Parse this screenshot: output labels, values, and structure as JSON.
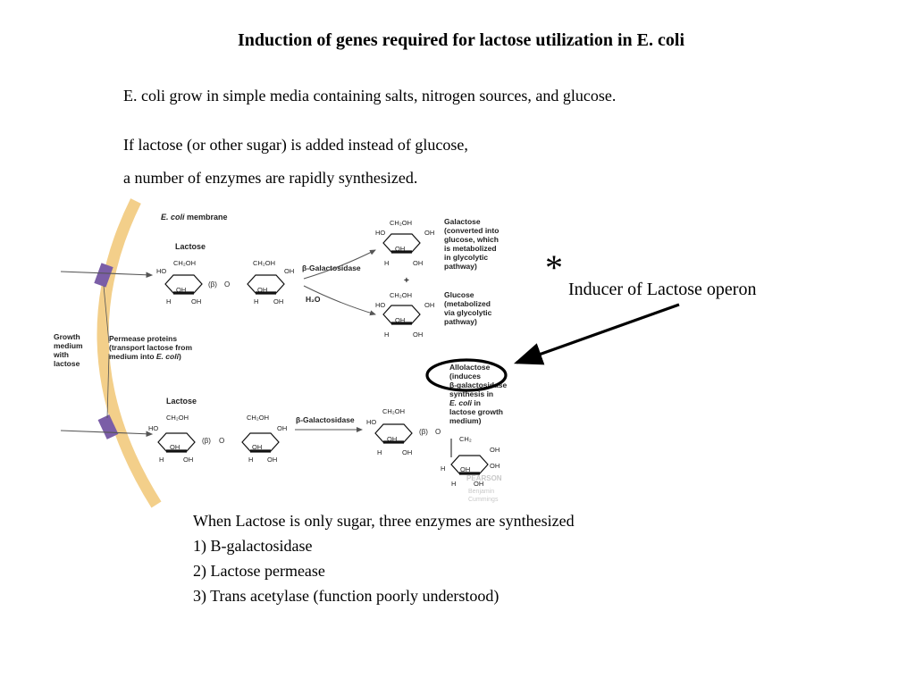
{
  "title": "Induction of genes required for lactose utilization in E. coli",
  "intro": {
    "line1": "E. coli grow in simple media containing salts, nitrogen sources, and glucose.",
    "line2": "If lactose (or other sugar) is added instead of glucose,",
    "line3": "a number of enzymes are rapidly synthesized."
  },
  "annotation": {
    "star": "*",
    "text": "Inducer of Lactose operon"
  },
  "figure": {
    "membrane_label_italic": "E. coli",
    "membrane_label_rest": " membrane",
    "lactose_top": "Lactose",
    "lactose_bottom": "Lactose",
    "enzyme_top": "β-Galactosidase",
    "enzyme_bottom": "β-Galactosidase",
    "water": "H₂O",
    "plus": "+",
    "beta_link": "(β)",
    "o_atom": "O",
    "galactose_label": [
      "Galactose",
      "(converted into",
      "glucose, which",
      "is metabolized",
      "in glycolytic",
      "pathway)"
    ],
    "glucose_label": [
      "Glucose",
      "(metabolized",
      "via glycolytic",
      "pathway)"
    ],
    "growth_medium": [
      "Growth",
      "medium",
      "with",
      "lactose"
    ],
    "permease_label": [
      "Permease proteins",
      "(transport lactose from",
      "medium into "
    ],
    "permease_italic": "E. coli",
    "permease_close": ")",
    "allolactose_label": [
      "Allolactose",
      "(induces",
      "β-galactosidase",
      "synthesis in"
    ],
    "allolactose_italic": "E. coli",
    "allolactose_tail": [
      " in",
      "lactose growth",
      "medium)"
    ],
    "ch2oh": "CH₂OH",
    "ch2": "CH₂",
    "ho": "HO",
    "oh": "OH",
    "h": "H",
    "watermark": [
      "PEARSON",
      "Benjamin",
      "Cummings"
    ]
  },
  "enzymes": {
    "heading": "When Lactose is only sugar, three enzymes are synthesized",
    "items": [
      "1)  B-galactosidase",
      "2)  Lactose permease",
      "3)  Trans acetylase (function poorly understood)"
    ]
  },
  "colors": {
    "membrane": "#f3cf8a",
    "permease": "#7b5ea7",
    "ring_bold": "#000000"
  }
}
